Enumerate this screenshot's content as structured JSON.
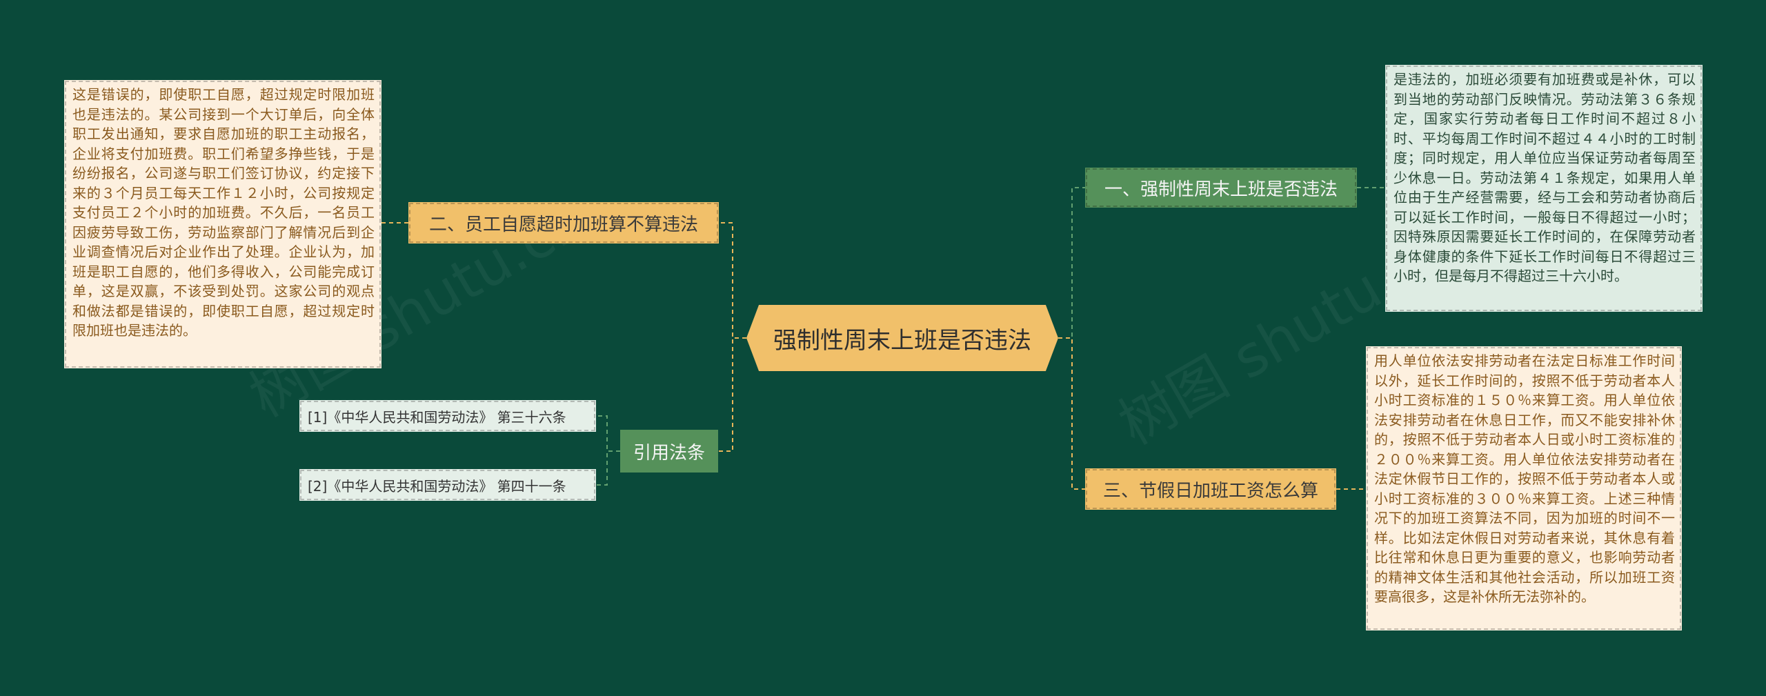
{
  "center": {
    "label": "强制性周末上班是否违法"
  },
  "branches": {
    "left_top": {
      "label": "二、员工自愿超时加班算不算违法"
    },
    "left_bottom": {
      "label": "引用法条"
    },
    "right_top": {
      "label": "一、强制性周末上班是否违法"
    },
    "right_bottom": {
      "label": "三、节假日加班工资怎么算"
    }
  },
  "notes": {
    "left": "这是错误的，即使职工自愿，超过规定时限加班也是违法的。某公司接到一个大订单后，向全体职工发出通知，要求自愿加班的职工主动报名，企业将支付加班费。职工们希望多挣些钱，于是纷纷报名，公司遂与职工们签订协议，约定接下来的３个月员工每天工作１２小时，公司按规定支付员工２个小时的加班费。不久后，一名员工因疲劳导致工伤，劳动监察部门了解情况后到企业调查情况后对企业作出了处理。企业认为，加班是职工自愿的，他们多得收入，公司能完成订单，这是双赢，不该受到处罚。这家公司的观点和做法都是错误的，即使职工自愿，超过规定时限加班也是违法的。",
    "right_top": "是违法的，加班必须要有加班费或是补休，可以到当地的劳动部门反映情况。劳动法第３６条规定，国家实行劳动者每日工作时间不超过８小时、平均每周工作时间不超过４４小时的工时制度；同时规定，用人单位应当保证劳动者每周至少休息一日。劳动法第４１条规定，如果用人单位由于生产经营需要，经与工会和劳动者协商后可以延长工作时间，一般每日不得超过一小时；因特殊原因需要延长工作时间的，在保障劳动者身体健康的条件下延长工作时间每日不得超过三小时，但是每月不得超过三十六小时。",
    "right_bottom": "用人单位依法安排劳动者在法定日标准工作时间以外，延长工作时间的，按照不低于劳动者本人小时工资标准的１５０％来算工资。用人单位依法安排劳动者在休息日工作，而又不能安排补休的，按照不低于劳动者本人日或小时工资标准的２００％来算工资。用人单位依法安排劳动者在法定休假节日工作的，按照不低于劳动者本人或小时工资标准的３００％来算工资。上述三种情况下的加班工资算法不同，因为加班的时间不一样。比如法定休假日对劳动者来说，其休息有着比往常和休息日更为重要的意义，也影响劳动者的精神文体生活和其他社会活动，所以加班工资要高很多，这是补休所无法弥补的。"
  },
  "references": [
    "[1]《中华人民共和国劳动法》 第三十六条",
    "[2]《中华人民共和国劳动法》 第四十一条"
  ],
  "watermark": "树图 shutu.cn",
  "colors": {
    "background": "#0a4a3a",
    "center_fill": "#f1c06a",
    "yellow_branch": "#f1c06a",
    "green_branch": "#55915a",
    "connector_yellow": "#e9b65a",
    "connector_green": "#62a070"
  }
}
